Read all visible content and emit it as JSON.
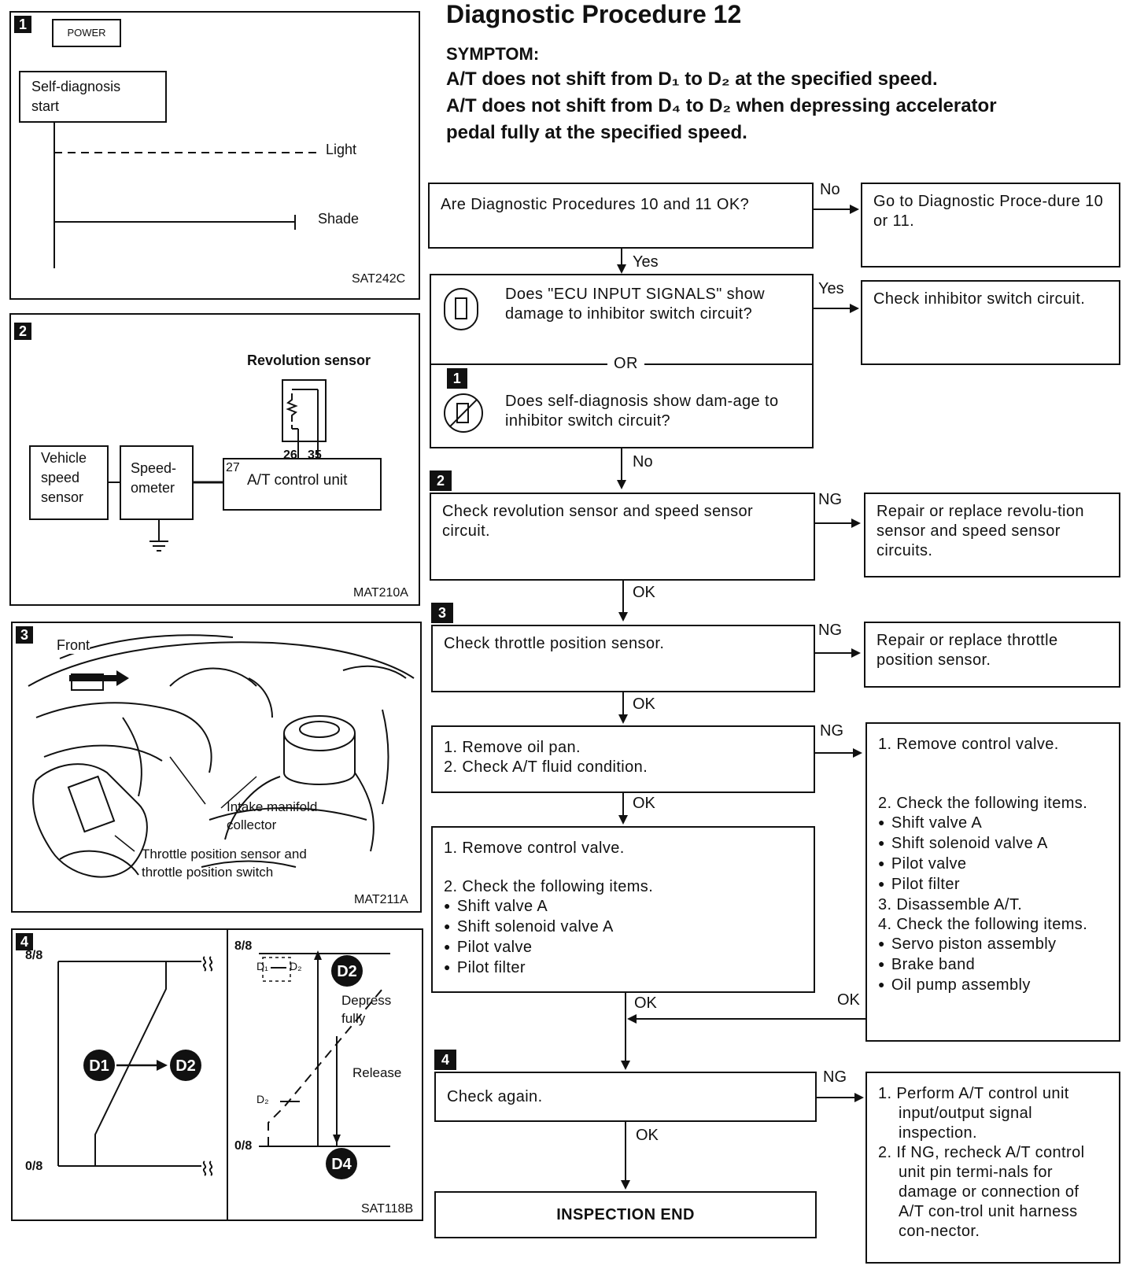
{
  "header": {
    "title": "Diagnostic Procedure 12",
    "symptom_label": "SYMPTOM:",
    "symptom_line1": "A/T does not shift from D₁ to D₂ at the specified speed.",
    "symptom_line2": "A/T does not shift from D₄ to D₂ when depressing accelerator",
    "symptom_line3": "pedal fully at the specified speed."
  },
  "fig1": {
    "badge": "1",
    "power": "POWER",
    "self_diag_1": "Self-diagnosis",
    "self_diag_2": "start",
    "light": "Light",
    "shade": "Shade",
    "code": "SAT242C"
  },
  "fig2": {
    "badge": "2",
    "rev_sensor": "Revolution sensor",
    "vss_1": "Vehicle",
    "vss_2": "speed",
    "vss_3": "sensor",
    "speedo_1": "Speed-",
    "speedo_2": "ometer",
    "pin27": "27",
    "pin26": "26",
    "pin35": "35",
    "ecu": "A/T control unit",
    "code": "MAT210A"
  },
  "fig3": {
    "badge": "3",
    "front": "Front",
    "intake_1": "Intake manifold",
    "intake_2": "collector",
    "tps_1": "Throttle position sensor and",
    "tps_2": "throttle position switch",
    "code": "MAT211A"
  },
  "fig4": {
    "badge": "4",
    "top": "8/8",
    "bottom": "0/8",
    "d1": "D1",
    "d2": "D2",
    "d4": "D4",
    "depress_1": "Depress",
    "depress_2": "fully",
    "release": "Release",
    "d1_small": "D₁",
    "d2_small": "D₂",
    "code": "SAT118B"
  },
  "flow": {
    "q1": "Are Diagnostic Procedures 10 and 11 OK?",
    "q1_no": "No",
    "q1_no_action": "Go to Diagnostic Proce-dure 10 or 11.",
    "q1_yes": "Yes",
    "q2a": "Does \"ECU INPUT SIGNALS\" show damage to inhibitor switch circuit?",
    "q2_or": "OR",
    "q2_badge": "1",
    "q2b": "Does self-diagnosis show dam-age to inhibitor switch circuit?",
    "q2_yes": "Yes",
    "q2_yes_action": "Check inhibitor switch circuit.",
    "q2_no": "No",
    "s2_badge": "2",
    "s2": "Check revolution sensor and speed sensor circuit.",
    "s2_ng": "NG",
    "s2_ng_action": "Repair or replace revolu-tion sensor and speed sensor circuits.",
    "s2_ok": "OK",
    "s3_badge": "3",
    "s3": "Check throttle position sensor.",
    "s3_ng": "NG",
    "s3_ng_action": "Repair or replace throttle position sensor.",
    "s3_ok": "OK",
    "s4_1": "1. Remove oil pan.",
    "s4_2": "2. Check A/T fluid condition.",
    "s4_ng": "NG",
    "s4_ok": "OK",
    "r4_1": "1. Remove control valve.",
    "r4_2": "2. Check the following items.",
    "r4_items": [
      "Shift valve A",
      "Shift solenoid valve A",
      "Pilot valve",
      "Pilot filter"
    ],
    "r4_3": "3. Disassemble A/T.",
    "r4_4": "4. Check the following items.",
    "r4_items2": [
      "Servo piston assembly",
      "Brake band",
      "Oil pump assembly"
    ],
    "r4_ok": "OK",
    "s5_1": "1. Remove control valve.",
    "s5_2": "2. Check the following items.",
    "s5_items": [
      "Shift valve A",
      "Shift solenoid valve A",
      "Pilot valve",
      "Pilot filter"
    ],
    "s5_ok": "OK",
    "s6_badge": "4",
    "s6": "Check again.",
    "s6_ng": "NG",
    "s6_ng_1": "1. Perform A/T control unit input/output signal inspection.",
    "s6_ng_2": "2. If NG, recheck A/T control unit pin termi-nals for damage or connection of A/T con-trol unit harness con-nector.",
    "s6_ok": "OK",
    "end": "INSPECTION END"
  }
}
